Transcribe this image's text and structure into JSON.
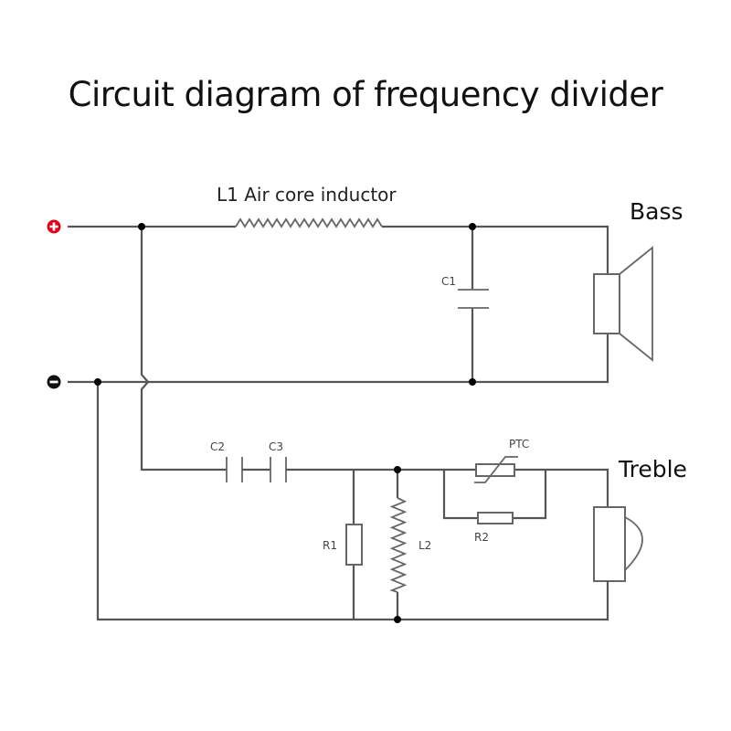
{
  "title": "Circuit diagram of frequency divider",
  "terminals": {
    "positive": {
      "symbol": "+",
      "color": "#e3001b"
    },
    "negative": {
      "symbol": "−",
      "color": "#111111"
    }
  },
  "components": {
    "L1": "L1 Air core inductor",
    "C1": "C1",
    "C2": "C2",
    "C3": "C3",
    "R1": "R1",
    "L2": "L2",
    "PTC": "PTC",
    "R2": "R2"
  },
  "speakers": {
    "bass": "Bass",
    "treble": "Treble"
  }
}
